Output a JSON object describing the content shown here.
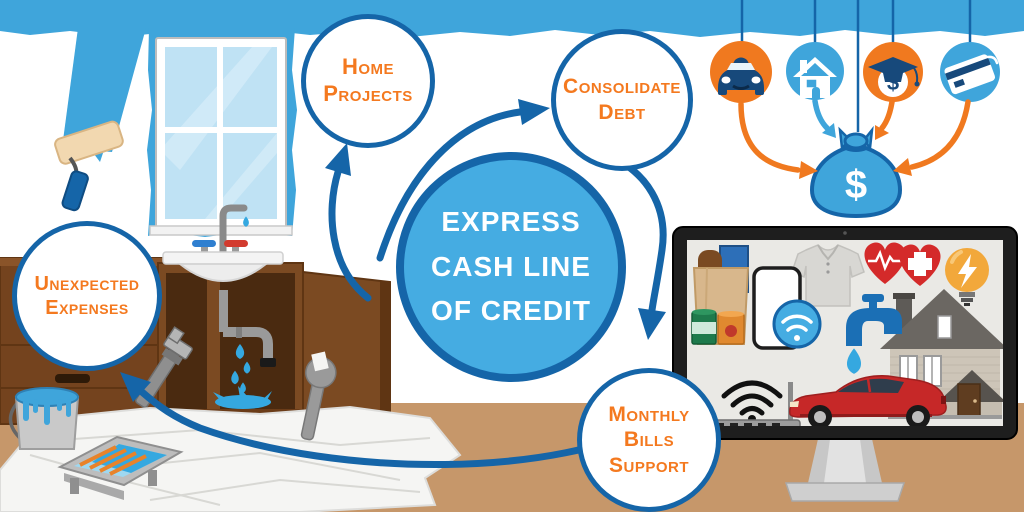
{
  "center_circle": {
    "lines": [
      "EXPRESS",
      "CASH LINE",
      "OF CREDIT"
    ]
  },
  "bubbles": [
    {
      "id": "home-projects",
      "lines": [
        "Home",
        "Projects"
      ]
    },
    {
      "id": "consolidate-debt",
      "lines": [
        "Consolidate",
        "Debt"
      ]
    },
    {
      "id": "unexpected-expenses",
      "lines": [
        "Unexpected",
        "Expenses"
      ]
    },
    {
      "id": "monthly-bills-support",
      "lines": [
        "Monthly",
        "Bills",
        "Support"
      ]
    }
  ],
  "money_bag": {
    "symbol": "$"
  },
  "education_badge": {
    "symbol": "$"
  },
  "hanging_icons": [
    "car-icon",
    "house-icon",
    "education-dollar-icon",
    "contactless-card-icon",
    "money-bag-icon"
  ],
  "monitor_icons": [
    "groceries-icon",
    "smartphone-wifi-icon",
    "clothing-icon",
    "health-icon",
    "electricity-icon",
    "water-faucet-icon",
    "house-icon",
    "wifi-router-icon",
    "car-icon"
  ],
  "scene_icons": [
    "paint-roller-icon",
    "window-icon",
    "sink-icon",
    "leaking-pipe-icon",
    "pipe-wrench-icon",
    "wrench-icon",
    "paint-bucket-icon",
    "paint-tray-icon",
    "drop-cloth-icon",
    "cabinet-icon",
    "dresser-icon"
  ],
  "colors": {
    "light_blue": "#3FA5DB",
    "sky_blue": "#45ACE2",
    "dark_blue": "#1565A8",
    "navy": "#17497B",
    "orange": "#F0791F",
    "text_orange": "#F4791F",
    "floor_tan": "#C6976A",
    "cabinet_brown": "#74431E",
    "car_red": "#C62828",
    "health_red": "#D42A2A",
    "bulb_orange": "#F2A83B"
  }
}
